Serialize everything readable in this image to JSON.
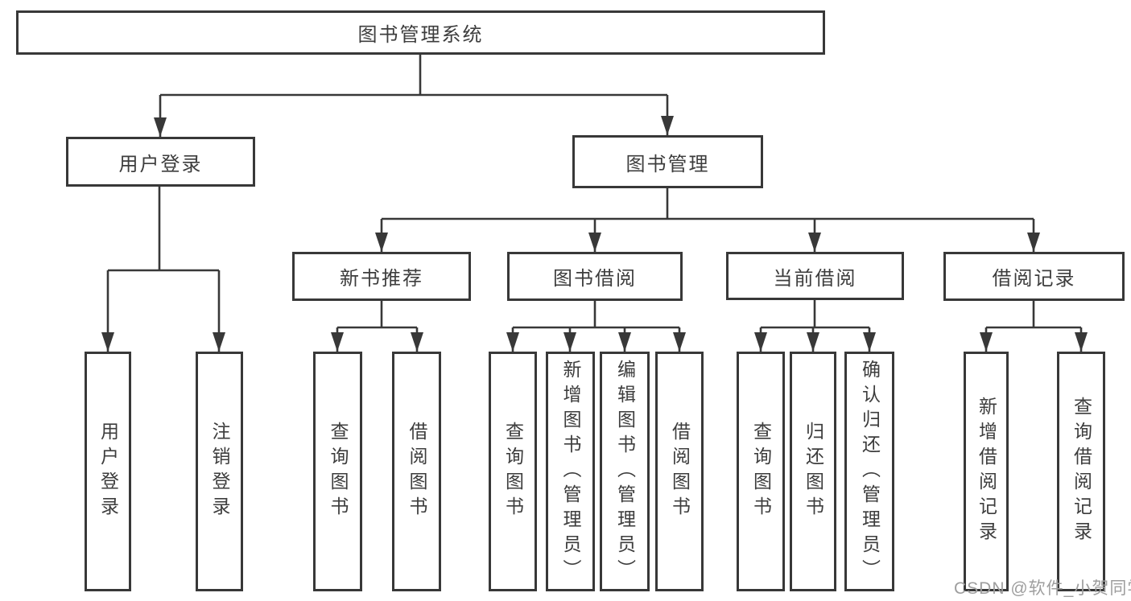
{
  "colors": {
    "border": "#383838",
    "line": "#383838",
    "text": "#3d3d3d",
    "background": "#ffffff",
    "watermark": "#9e9e9e"
  },
  "watermark": {
    "text": "CSDN @软件_小贺同学"
  },
  "tree": {
    "root": {
      "label": "图书管理系统",
      "children": [
        {
          "label": "用户登录",
          "children": [
            {
              "label": "用户登录"
            },
            {
              "label": "注销登录"
            }
          ]
        },
        {
          "label": "图书管理",
          "children": [
            {
              "label": "新书推荐",
              "children": [
                {
                  "label": "查询图书"
                },
                {
                  "label": "借阅图书"
                }
              ]
            },
            {
              "label": "图书借阅",
              "children": [
                {
                  "label": "查询图书"
                },
                {
                  "label": "新增图书（管理员）"
                },
                {
                  "label": "编辑图书（管理员）"
                },
                {
                  "label": "借阅图书"
                }
              ]
            },
            {
              "label": "当前借阅",
              "children": [
                {
                  "label": "查询图书"
                },
                {
                  "label": "归还图书"
                },
                {
                  "label": "确认归还（管理员）"
                }
              ]
            },
            {
              "label": "借阅记录",
              "children": [
                {
                  "label": "新增借阅记录"
                },
                {
                  "label": "查询借阅记录"
                }
              ]
            }
          ]
        }
      ]
    }
  }
}
